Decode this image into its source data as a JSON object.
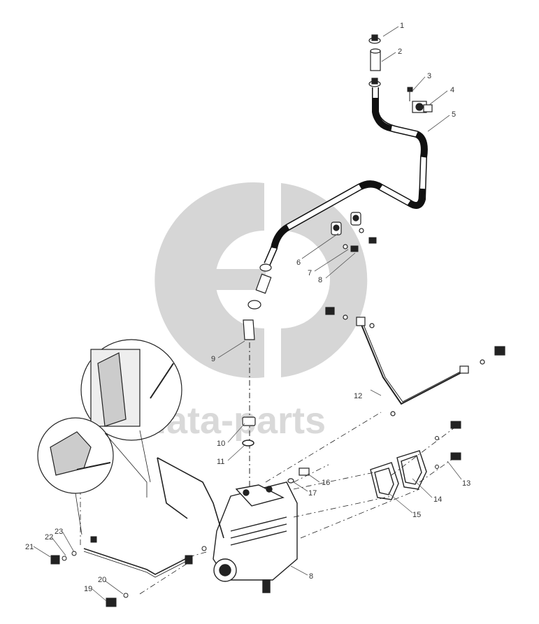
{
  "header": {
    "caption": ""
  },
  "watermark": {
    "text": "data-parts",
    "logo": "gd-logo"
  },
  "callouts": [
    {
      "id": "p1",
      "label": "1"
    },
    {
      "id": "p2",
      "label": "2"
    },
    {
      "id": "p3",
      "label": "3"
    },
    {
      "id": "p4",
      "label": "4"
    },
    {
      "id": "p5",
      "label": "5"
    },
    {
      "id": "p6",
      "label": "6"
    },
    {
      "id": "p7",
      "label": "7"
    },
    {
      "id": "p8a",
      "label": "8"
    },
    {
      "id": "p9",
      "label": "9"
    },
    {
      "id": "p10",
      "label": "10"
    },
    {
      "id": "p11",
      "label": "11"
    },
    {
      "id": "p12",
      "label": "12"
    },
    {
      "id": "p13",
      "label": "13"
    },
    {
      "id": "p14",
      "label": "14"
    },
    {
      "id": "p15",
      "label": "15"
    },
    {
      "id": "p16",
      "label": "16"
    },
    {
      "id": "p17",
      "label": "17"
    },
    {
      "id": "p8b",
      "label": "8"
    },
    {
      "id": "p19",
      "label": "19"
    },
    {
      "id": "p20",
      "label": "20"
    },
    {
      "id": "p21",
      "label": "21"
    },
    {
      "id": "p22",
      "label": "22"
    },
    {
      "id": "p23",
      "label": "23"
    }
  ],
  "colors": {
    "line": "#222222",
    "hose": "#111111",
    "watermark": "#d6d6d6",
    "text": "#333333"
  }
}
